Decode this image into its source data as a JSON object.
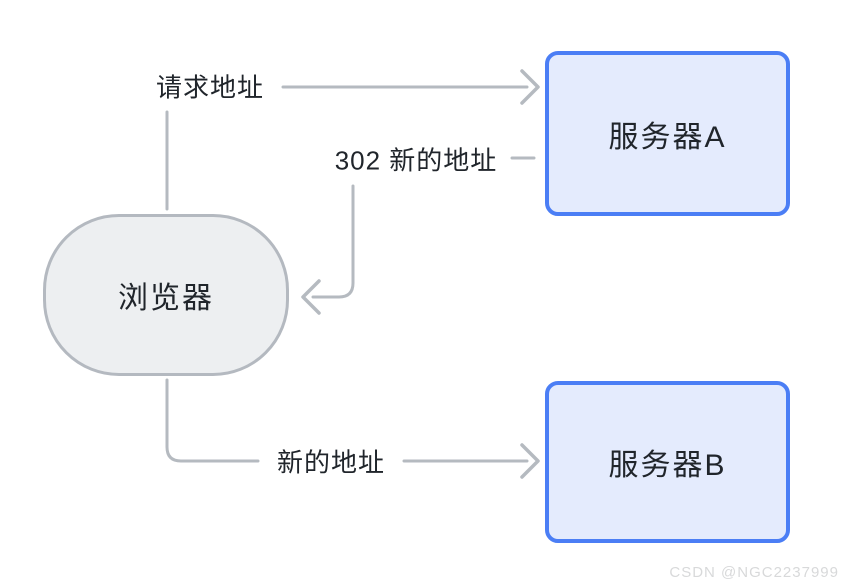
{
  "nodes": {
    "browser": {
      "label": "浏览器"
    },
    "server_a": {
      "label": "服务器A"
    },
    "server_b": {
      "label": "服务器B"
    }
  },
  "edges": {
    "request": {
      "label": "请求地址",
      "from": "browser",
      "to": "server_a"
    },
    "redirect": {
      "label": "302 新的地址",
      "from": "server_a",
      "to": "browser"
    },
    "new_address": {
      "label": "新的地址",
      "from": "browser",
      "to": "server_b"
    }
  },
  "watermark": "CSDN @NGC2237999",
  "colors": {
    "background": "#ffffff",
    "connector": "#b5bac0",
    "text": "#20252b",
    "browser_fill": "#edeff1",
    "browser_border": "#b4b9c0",
    "server_fill": "#e4ebfd",
    "server_border": "#4b7ef5",
    "watermark": "#d8d9da"
  }
}
